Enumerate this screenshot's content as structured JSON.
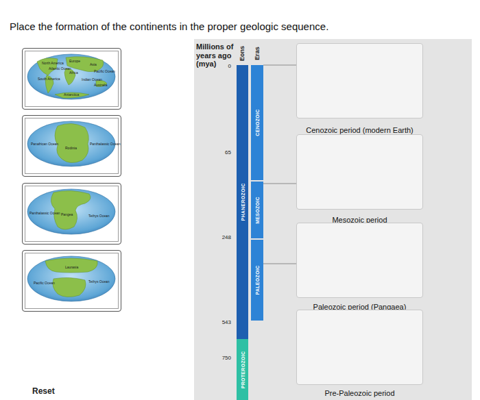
{
  "diagram": {
    "title": "Place the formation of the continents in the proper geologic sequence.",
    "nodes": [
      {
        "text": [
          "North America",
          "Europe",
          "Asia",
          "Atlantic Ocean",
          "Africa",
          "Pacific Ocean",
          "South America",
          "Indian Ocean",
          "Australia",
          "Antarctica"
        ]
      },
      {
        "text": [
          "Panafrican Ocean",
          "Rodinia",
          "Panthalassic Ocean"
        ]
      },
      {
        "text": [
          "Panthalassic Ocean",
          "Pangea",
          "Tethys Ocean"
        ]
      },
      {
        "text": [
          "Laurasia",
          "Pacific Ocean",
          "Tethys Ocean"
        ]
      },
      {
        "text": [
          "PHANEROZOIC"
        ]
      },
      {
        "text": [
          "PROTEROZOIC"
        ]
      },
      {
        "text": [
          "CENOZOIC"
        ]
      },
      {
        "text": [
          "MESOZOIC"
        ]
      },
      {
        "text": [
          "PALEOZOIC"
        ]
      },
      {
        "text": [
          "Cenozoic period (modern Earth)"
        ]
      },
      {
        "text": [
          "Mesozoic period"
        ]
      },
      {
        "text": [
          "Paleozoic period (Pangaea)"
        ]
      },
      {
        "text": [
          "Pre-Paleozoic period"
        ]
      }
    ],
    "edges": [
      {
        "from": 6,
        "to": 9,
        "arrow": "none"
      },
      {
        "from": 7,
        "to": 10,
        "arrow": "none"
      },
      {
        "from": 8,
        "to": 11,
        "arrow": "none"
      }
    ],
    "labels": [
      "Millions of years ago (mya)",
      "Eons",
      "Eras",
      "0",
      "65",
      "248",
      "543",
      "750",
      "Reset"
    ]
  }
}
